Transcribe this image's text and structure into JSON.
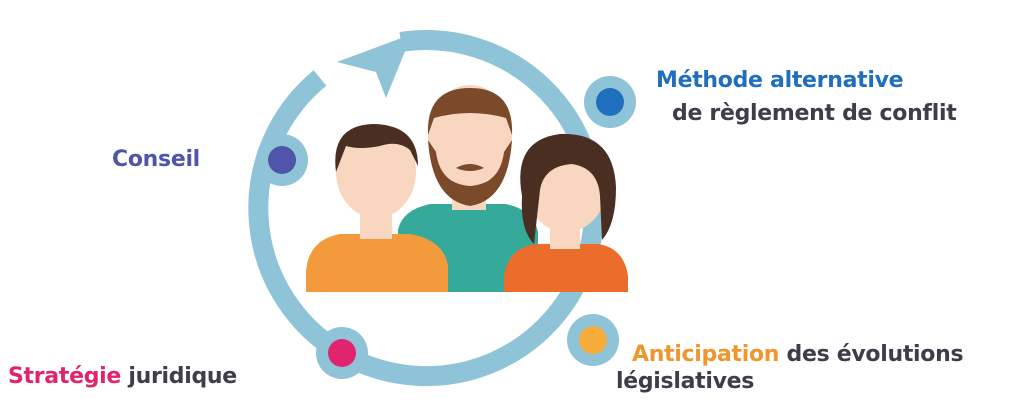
{
  "labels": {
    "methode": {
      "line1": "Méthode alternative",
      "line2": "de règlement de conflit"
    },
    "conseil": "Conseil",
    "anticipation": {
      "highlight": "Anticipation",
      "rest": " des évolutions",
      "line2": "législatives"
    },
    "strategie": {
      "highlight": "Stratégie",
      "rest": " juridique"
    }
  },
  "colors": {
    "ring": "#8fc3d7",
    "node_blue": "#1f6fbe",
    "node_indigo": "#4f55a8",
    "node_pink": "#e0246e",
    "node_orange": "#f6ac3a",
    "shirt_left": "#f29a3c",
    "shirt_middle": "#35a99a",
    "shirt_right": "#ec6d2b",
    "skin": "#f8d6bf",
    "hair_dark": "#4a2e22",
    "hair_beard": "#7b4a2b"
  },
  "icons": {
    "cycle_arrow": "cycle-arrow-icon",
    "people": "people-group-icon"
  }
}
